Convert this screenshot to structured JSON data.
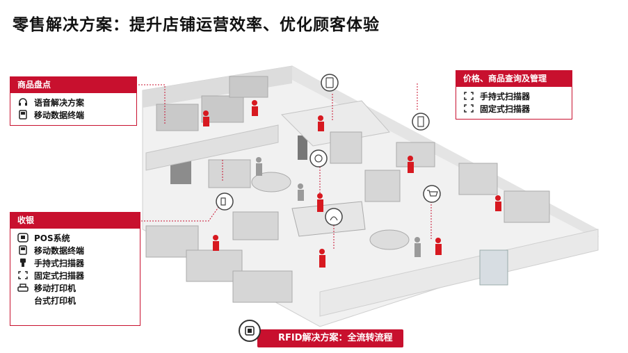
{
  "title": "零售解决方案：提升店铺运营效率、优化顾客体验",
  "colors": {
    "accent": "#c8102e",
    "staff": "#d71920",
    "floor": "#efefef",
    "wall": "#d9d9d9"
  },
  "callouts": {
    "inventory": {
      "title": "商品盘点",
      "items": [
        {
          "icon": "headset-icon",
          "label": "语音解决方案"
        },
        {
          "icon": "mobile-computer-icon",
          "label": "移动数据终端"
        }
      ]
    },
    "price": {
      "title": "价格、商品查询及管理",
      "items": [
        {
          "icon": "scan-frame-icon",
          "label": "手持式扫描器"
        },
        {
          "icon": "scan-frame-icon",
          "label": "固定式扫描器"
        }
      ]
    },
    "checkout": {
      "title": "收银",
      "items": [
        {
          "icon": "pos-terminal-icon",
          "label": "POS系统"
        },
        {
          "icon": "mobile-computer-icon",
          "label": "移动数据终端"
        },
        {
          "icon": "handheld-scanner-icon",
          "label": "手持式扫描器"
        },
        {
          "icon": "scan-frame-icon",
          "label": "固定式扫描器"
        },
        {
          "icon": "printer-icon",
          "label": "移动打印机"
        },
        {
          "icon": "printer-icon",
          "label": "台式打印机"
        }
      ]
    }
  },
  "rfid": {
    "label": "RFID解决方案：全流转流程",
    "icon": "rfid-tag-icon"
  }
}
